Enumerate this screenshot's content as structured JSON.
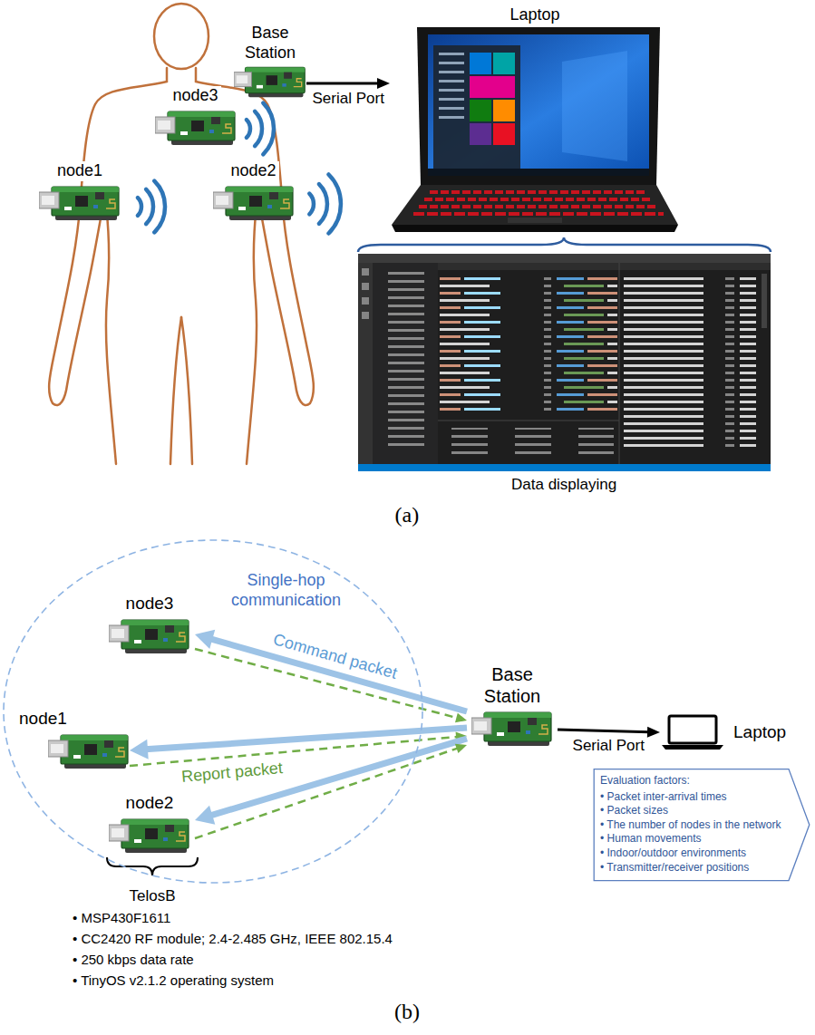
{
  "diagram": {
    "nodes": [
      {
        "text": [
          "Base Station"
        ]
      },
      {
        "text": [
          "Laptop"
        ]
      },
      {
        "text": [
          "node3"
        ]
      },
      {
        "text": [
          "node1"
        ]
      },
      {
        "text": [
          "node2"
        ]
      },
      {
        "text": [
          "Single-hop communication"
        ]
      },
      {
        "text": [
          "node3"
        ],
        "in": 5
      },
      {
        "text": [
          "node1"
        ],
        "in": 5
      },
      {
        "text": [
          "node2"
        ],
        "in": 5
      },
      {
        "text": [
          "Base Station"
        ]
      },
      {
        "text": [
          "Laptop"
        ]
      },
      {
        "text": [
          "Evaluation factors:",
          "• Packet inter-arrival times",
          "• Packet sizes",
          "• The number of nodes in the network",
          "• Human movements",
          "• Indoor/outdoor environments",
          "• Transmitter/receiver positions"
        ]
      }
    ],
    "edges": [
      {
        "from": 0,
        "to": 1,
        "arrow": "to",
        "label": "Serial Port"
      },
      {
        "from": 9,
        "to": 6,
        "arrow": "to",
        "label": "Command packet"
      },
      {
        "from": 6,
        "to": 9,
        "arrow": "to"
      },
      {
        "from": 9,
        "to": 7,
        "arrow": "to"
      },
      {
        "from": 7,
        "to": 9,
        "arrow": "to",
        "label": "Report packet"
      },
      {
        "from": 9,
        "to": 8,
        "arrow": "to"
      },
      {
        "from": 8,
        "to": 9,
        "arrow": "to"
      },
      {
        "from": 9,
        "to": 10,
        "arrow": "to",
        "label": "Serial Port"
      }
    ],
    "labels": [
      "Data displaying",
      "(a)",
      "TelosB",
      "• MSP430F1611",
      "• CC2420 RF module; 2.4-2.485 GHz, IEEE 802.15.4",
      "• 250 kbps data rate",
      "• TinyOS v2.1.2 operating system",
      "(b)"
    ]
  }
}
